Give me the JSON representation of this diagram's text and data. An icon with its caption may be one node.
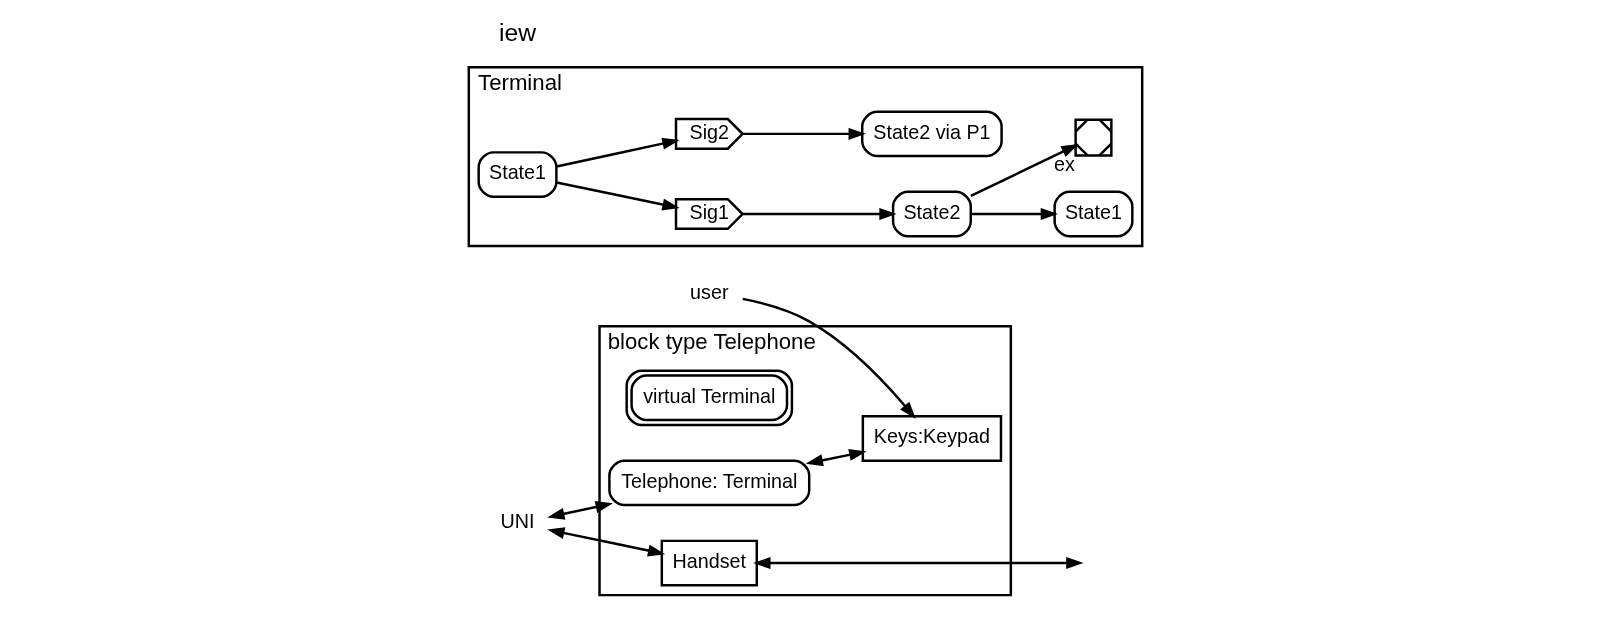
{
  "diagram": {
    "nodes": [
      {
        "text": [
          "block type Telephone"
        ]
      },
      {
        "text": [
          "virtual Terminal"
        ],
        "in": 0
      },
      {
        "text": [
          "Telephone: Terminal"
        ],
        "in": 0
      },
      {
        "text": [
          "Keys:Keypad"
        ],
        "in": 0
      },
      {
        "text": [
          "Handset"
        ],
        "in": 0
      },
      {
        "text": [
          "UNI"
        ]
      },
      {
        "text": [
          "user"
        ]
      },
      {
        "text": [
          "Terminal"
        ]
      },
      {
        "text": [
          "State1"
        ],
        "in": 7
      },
      {
        "text": [
          "Sig1"
        ],
        "in": 7
      },
      {
        "text": [
          "Sig2"
        ],
        "in": 7
      },
      {
        "text": [
          "State2"
        ],
        "in": 7
      },
      {
        "text": [
          "State2 via P1"
        ],
        "in": 7
      },
      {
        "text": [
          "State1"
        ],
        "in": 7
      },
      {
        "text": [],
        "shape": "cross",
        "beside": [
          "ex"
        ],
        "in": 7
      }
    ],
    "edges": [
      {
        "from": 5,
        "to": 2,
        "arrow": "both"
      },
      {
        "from": 5,
        "to": 4,
        "arrow": "both"
      },
      {
        "from": 2,
        "to": 3,
        "arrow": "both"
      },
      {
        "from": 6,
        "to": 3,
        "arrow": "to"
      },
      {
        "from": 4,
        "to": null,
        "arrow": "both"
      },
      {
        "from": 8,
        "to": 9,
        "arrow": "to"
      },
      {
        "from": 8,
        "to": 10,
        "arrow": "to"
      },
      {
        "from": 9,
        "to": 11,
        "arrow": "to"
      },
      {
        "from": 10,
        "to": 12,
        "arrow": "to"
      },
      {
        "from": 11,
        "to": 13,
        "arrow": "to"
      },
      {
        "from": 11,
        "to": 14,
        "arrow": "to"
      }
    ],
    "labels": [
      "iew"
    ]
  }
}
